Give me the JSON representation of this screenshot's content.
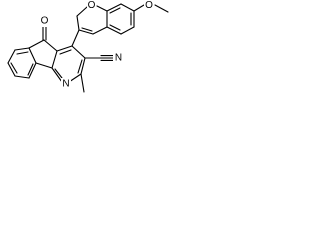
{
  "molecule": {
    "atom_labels": {
      "ketone_oxygen": "O",
      "ring_oxygen": "O",
      "methoxy": "O",
      "nitrile_n": "N",
      "pyridine_n": "N"
    },
    "colors": {
      "bond": "#000000",
      "label": "#000000",
      "background": "#ffffff"
    }
  }
}
